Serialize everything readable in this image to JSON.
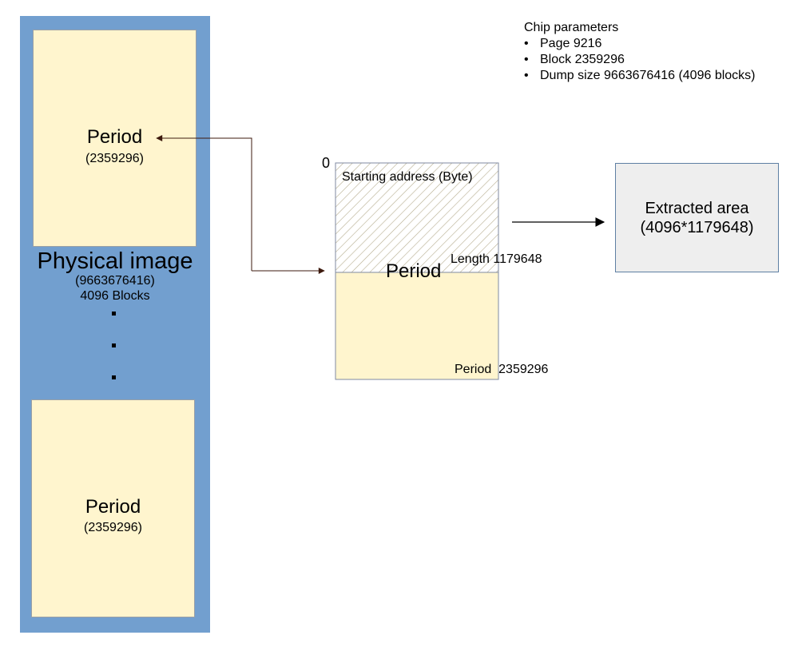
{
  "chip_parameters": {
    "title": "Chip parameters",
    "items": [
      "Page 9216",
      "Block 2359296",
      "Dump size 9663676416 (4096 blocks)"
    ]
  },
  "physical_image": {
    "title": "Physical image",
    "size": "(9663676416)",
    "blocks": "4096 Blocks",
    "top_period": {
      "label": "Period",
      "value": "(2359296)"
    },
    "bottom_period": {
      "label": "Period",
      "value": "(2359296)"
    }
  },
  "period_detail": {
    "zero_label": "0",
    "start_label": "Starting address (Byte)",
    "period_label": "Period",
    "length_label": "Length 1179648",
    "period_size_label": "Period  2359296"
  },
  "extracted_area": {
    "line1": "Extracted area",
    "line2": "(4096*1179648)"
  },
  "colors": {
    "panel_blue": "#729fcf",
    "period_fill": "#fff5ce",
    "extracted_fill": "#eeeeee",
    "arrow_dark": "#3d1a0e"
  }
}
